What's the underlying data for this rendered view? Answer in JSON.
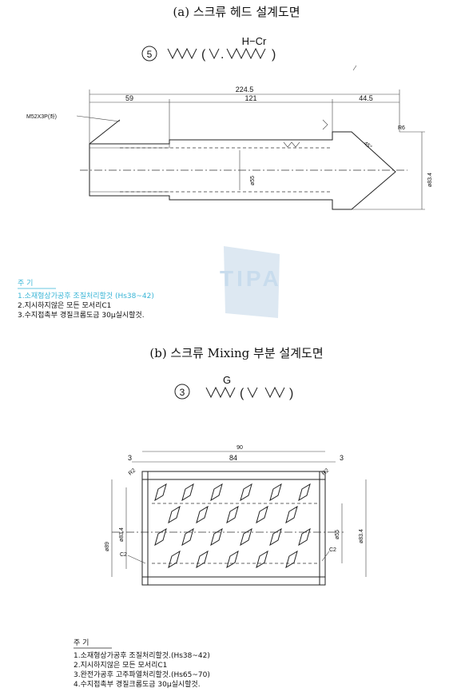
{
  "caption_a": "(a) 스크류 헤드 설계도면",
  "caption_b": "(b) 스크류 Mixing 부분 설계도면",
  "watermark": "TIPA",
  "head": {
    "part_no": "5",
    "finish_label": "H−Cr",
    "thread_label": "M52X3P(좌)",
    "dims": {
      "overall": "224.5",
      "left": "59",
      "mid": "121",
      "right": "44.5",
      "bore": "ø55",
      "outer": "ø83.4",
      "chamfer": "R6",
      "angle": "45°"
    },
    "notes_title": "주    기",
    "notes": [
      "1.소재형상가공후 조질처리할것 (Hs38~42)",
      "2.지시하지않은 모든 모서리C1",
      "3.수지접촉부 경질크롬도금 30μ실시할것."
    ]
  },
  "mixing": {
    "part_no": "3",
    "finish_label": "G",
    "dims": {
      "overall": "90",
      "inner": "84",
      "side_left": "3",
      "side_right": "3",
      "r_left": "R2",
      "r_right": "R2",
      "od_left": "ø89",
      "od_left2": "ø83.4",
      "od_right": "ø83.4",
      "bore": "ø55",
      "chamfer_left": "C2",
      "chamfer_right": "C2"
    },
    "notes_title": "주    기",
    "notes": [
      "1.소재형상가공후 조질처리할것.(Hs38~42)",
      "2.지시하지않은 모든 모서리C1",
      "3.완전가공후 고주파열처리할것.(Hs65~70)",
      "4.수지접촉부 경질크롬도금 30μ실시할것."
    ]
  }
}
